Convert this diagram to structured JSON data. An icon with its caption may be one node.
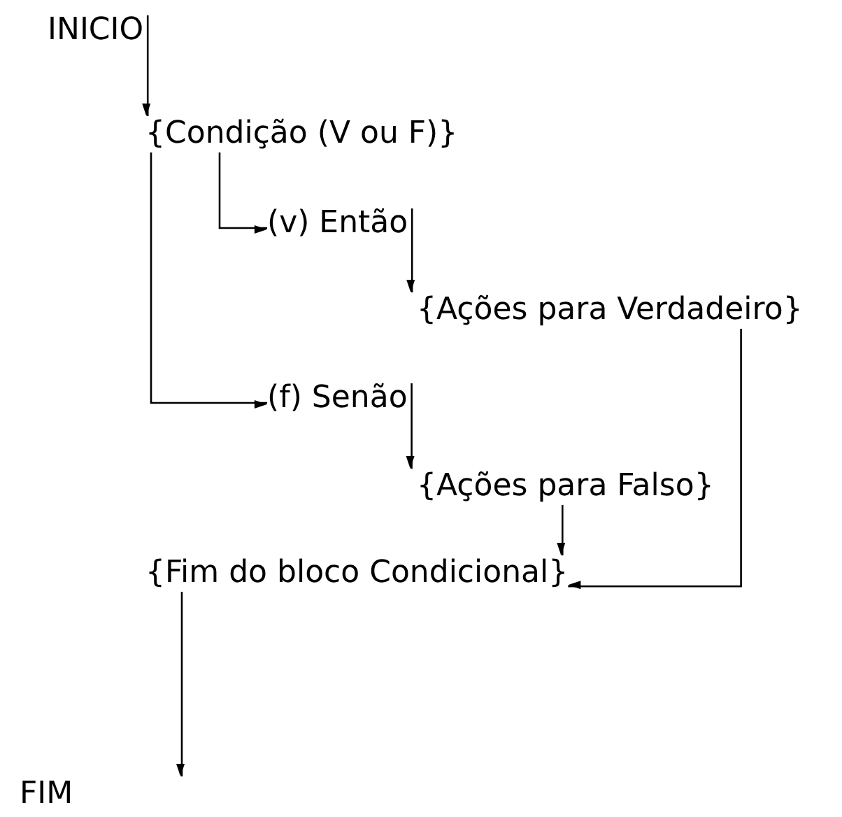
{
  "diagram": {
    "nodes": [
      {
        "text": [
          "INICIO"
        ]
      },
      {
        "text": [
          "{Condição (V ou F)}"
        ]
      },
      {
        "text": [
          "(v) Então"
        ]
      },
      {
        "text": [
          "{Ações para Verdadeiro}"
        ]
      },
      {
        "text": [
          "(f) Senão"
        ]
      },
      {
        "text": [
          "{Ações para Falso}"
        ]
      },
      {
        "text": [
          "{Fim do bloco Condicional}"
        ]
      },
      {
        "text": [
          "FIM"
        ]
      }
    ],
    "edges": [
      {
        "from": 0,
        "to": 1,
        "arrow": "to"
      },
      {
        "from": 1,
        "to": 2,
        "arrow": "to"
      },
      {
        "from": 2,
        "to": 3,
        "arrow": "to"
      },
      {
        "from": 1,
        "to": 4,
        "arrow": "to"
      },
      {
        "from": 4,
        "to": 5,
        "arrow": "to"
      },
      {
        "from": 5,
        "to": 6,
        "arrow": "to"
      },
      {
        "from": 3,
        "to": 6,
        "arrow": "to"
      },
      {
        "from": 6,
        "to": 7,
        "arrow": "to"
      }
    ]
  }
}
